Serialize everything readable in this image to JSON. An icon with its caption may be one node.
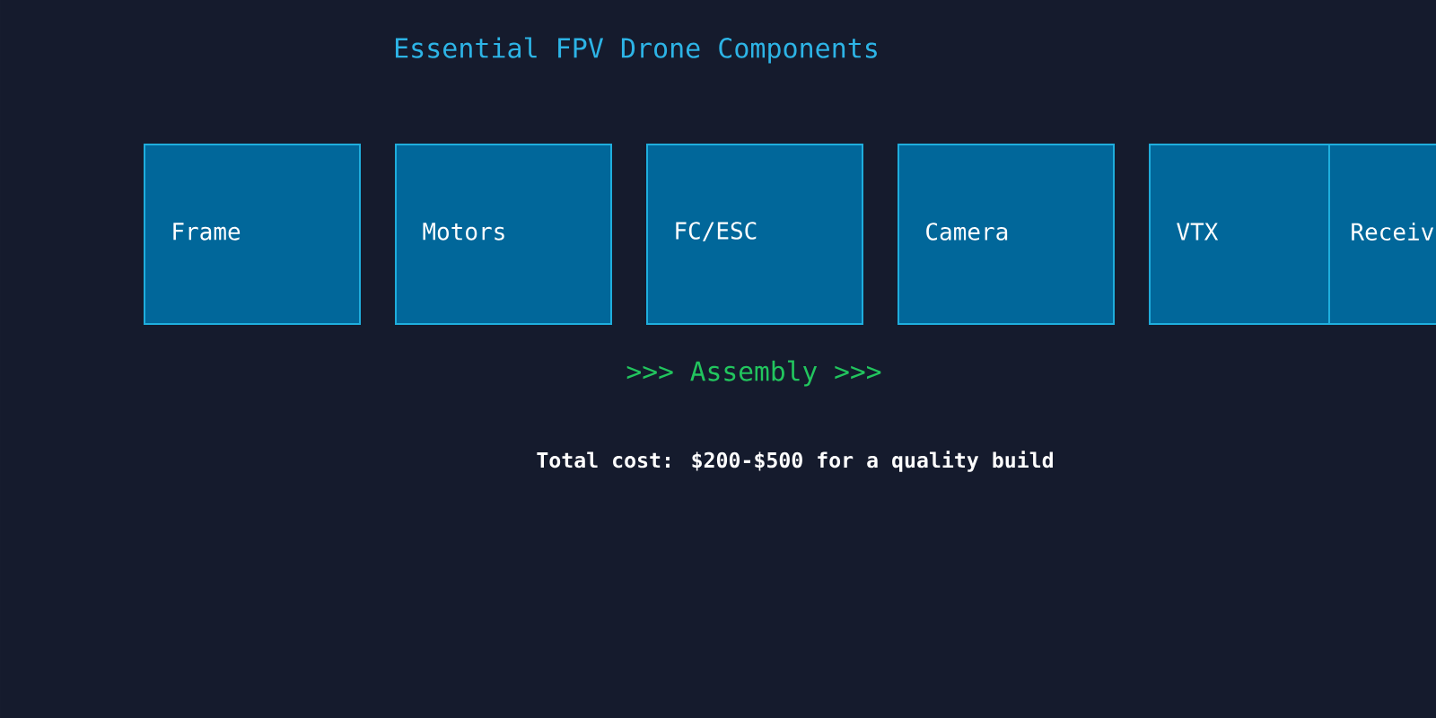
{
  "diagram": {
    "title": "Essential FPV Drone Components",
    "nodes": [
      {
        "text": [
          "Frame"
        ]
      },
      {
        "text": [
          "Motors"
        ]
      },
      {
        "text": [
          "FC/ESC"
        ]
      },
      {
        "text": [
          "Camera"
        ]
      },
      {
        "text": [
          "VTX"
        ]
      },
      {
        "text": [
          "Receiv"
        ]
      }
    ],
    "labels": [
      ">>> Assembly >>>",
      "Total cost: $200-$500 for a quality build"
    ]
  }
}
